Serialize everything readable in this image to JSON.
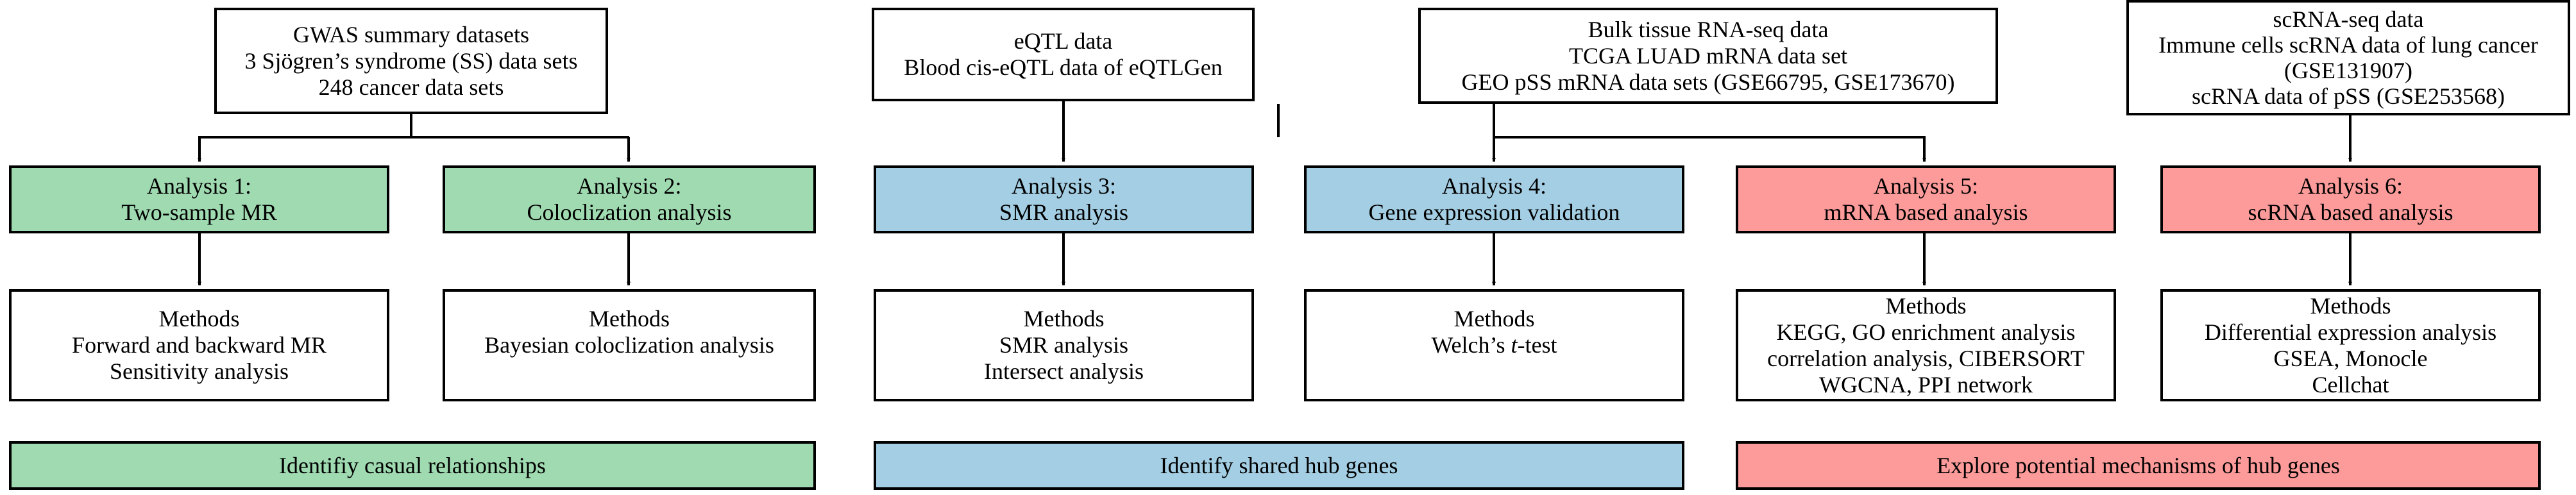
{
  "colors": {
    "green": "#9fdab1",
    "blue": "#a4cee3",
    "red": "#fc9b9a",
    "border": "#000000"
  },
  "sources": {
    "gwas": [
      "GWAS summary datasets",
      "3 Sjögren’s syndrome (SS) data sets",
      "248 cancer data sets"
    ],
    "eqtl": [
      "eQTL data",
      "Blood cis-eQTL data of eQTLGen"
    ],
    "bulk": [
      "Bulk tissue RNA-seq data",
      "TCGA LUAD mRNA data set",
      "GEO pSS mRNA data sets (GSE66795,  GSE173670)"
    ],
    "scrna": [
      "scRNA-seq data",
      "Immune cells scRNA data of lung cancer",
      "(GSE131907)",
      "scRNA data of pSS (GSE253568)"
    ]
  },
  "analyses": {
    "a1": [
      "Analysis 1:",
      "Two-sample MR"
    ],
    "a2": [
      "Analysis 2:",
      "Coloclization analysis"
    ],
    "a3": [
      "Analysis 3:",
      "SMR analysis"
    ],
    "a4": [
      "Analysis 4:",
      "Gene expression validation"
    ],
    "a5": [
      "Analysis 5:",
      "mRNA based analysis"
    ],
    "a6": [
      "Analysis 6:",
      "scRNA based analysis"
    ]
  },
  "methods": {
    "m1": [
      "Methods",
      "Forward and backward MR",
      "Sensitivity analysis"
    ],
    "m2": [
      "Methods",
      "Bayesian coloclization analysis"
    ],
    "m3": [
      "Methods",
      "SMR analysis",
      "Intersect analysis"
    ],
    "m4": {
      "title": "Methods",
      "line_pre": "Welch’s ",
      "line_em": "t",
      "line_post": "-test"
    },
    "m5": [
      "Methods",
      "KEGG, GO enrichment analysis",
      "correlation analysis, CIBERSORT",
      "WGCNA, PPI network"
    ],
    "m6": [
      "Methods",
      "Differential expression analysis",
      "GSEA,  Monocle",
      "Cellchat"
    ]
  },
  "goals": {
    "g1": "Identifiy casual relationships",
    "g2": "Identify shared hub genes",
    "g3": "Explore potential mechanisms of hub genes"
  }
}
